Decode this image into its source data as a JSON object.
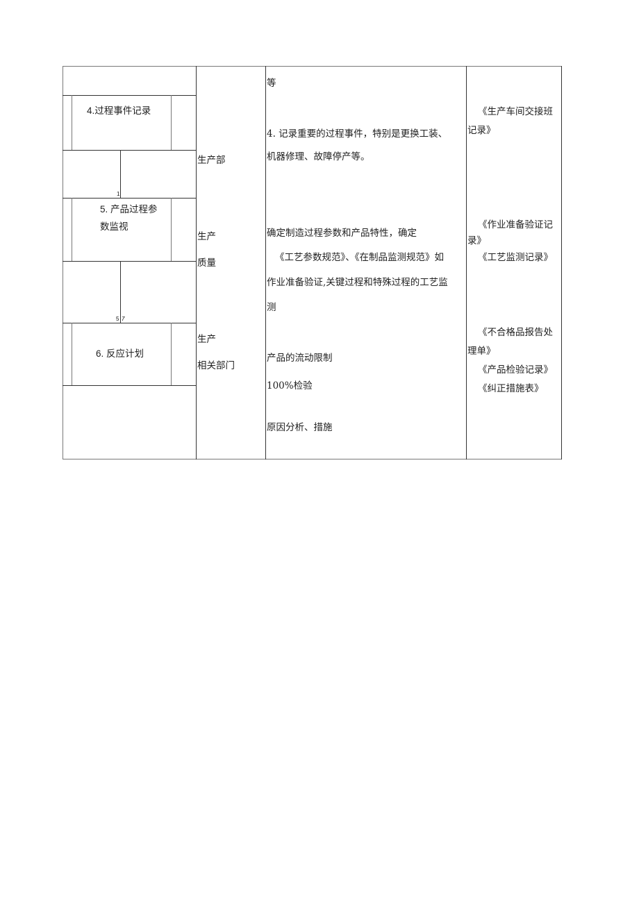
{
  "flow_steps": [
    {
      "label": "4.过程事件记录"
    },
    {
      "label_line1": "5. 产品过程参",
      "label_line2": "数监视"
    },
    {
      "label": "6. 反应计划"
    }
  ],
  "connector_marks": [
    "1",
    "5",
    "7"
  ],
  "departments": {
    "row1": "生产部",
    "row2_line1": "生产",
    "row2_line2": "质量",
    "row3_line1": "生产",
    "row3_line2": "相关部门"
  },
  "descriptions": {
    "top": "等",
    "item4_line1": "4. 记录重要的过程事件，特别是更换工装、",
    "item4_line2": "机器修理、故障停产等。",
    "item5_line1": "确定制造过程参数和产品特性，确定",
    "item5_line2": "《工艺参数规范》、《在制品监测规范》如",
    "item5_line3": "作业准备验证,关键过程和特殊过程的工艺监",
    "item5_line4": "测",
    "item6_line1": "产品的流动限制",
    "item6_line2": "100%检验",
    "item6_line3": "原因分析、措施"
  },
  "records": {
    "r1_line1": "《生产车间交接班",
    "r1_line2": "记录》",
    "r2_line1": "《作业准备验证记",
    "r2_line2": "录》",
    "r3": "《工艺监测记录》",
    "r4_line1": "《不合格品报告处",
    "r4_line2": "理单》",
    "r5": "《产品检验记录》",
    "r6": "《纠正措施表》"
  }
}
